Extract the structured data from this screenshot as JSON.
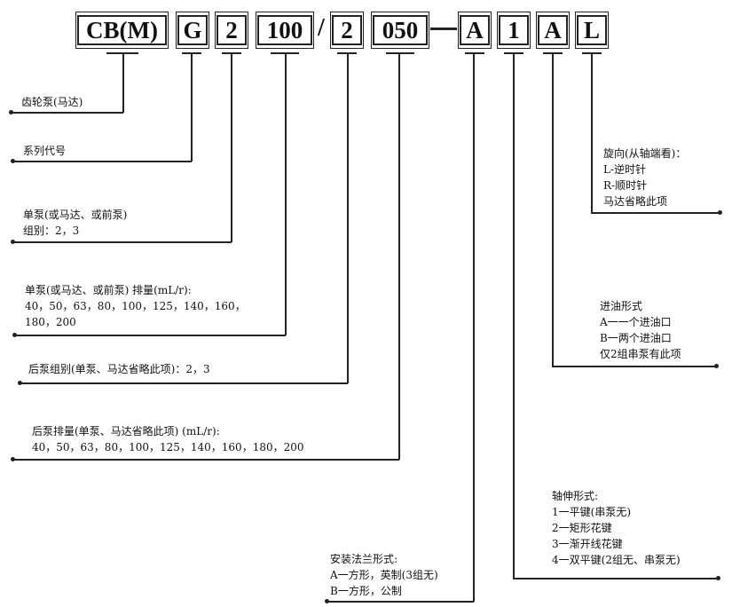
{
  "code": {
    "cbm": "CB(M)",
    "g": "G",
    "front_group": "2",
    "front_disp": "100",
    "slash": "/",
    "rear_group": "2",
    "rear_disp": "050",
    "flange": "A",
    "shaft": "1",
    "inlet": "A",
    "rotation": "L"
  },
  "labels": {
    "gear_pump": "齿轮泵(马达)",
    "series": "系列代号",
    "single_pump_title": "单泵(或马达、或前泵)",
    "single_pump_group": "组别：2，3",
    "single_disp_title": "单泵(或马达、或前泵) 排量(mL/r):",
    "single_disp_line1": "40，50，63，80，100，125，140，160，",
    "single_disp_line2": "180，200",
    "rear_group": "后泵组别(单泵、马达省略此项)：2，3",
    "rear_disp_title": "后泵排量(单泵、马达省略此项) (mL/r):",
    "rear_disp_values": "40，50，63，80，100，125，140，160，180，200",
    "flange_title": "安装法兰形式:",
    "flange_a": "A一方形，英制(3组无)",
    "flange_b": "B一方形，公制",
    "shaft_title": "轴伸形式:",
    "shaft_1": "1一平键(串泵无)",
    "shaft_2": "2一矩形花键",
    "shaft_3": "3一渐开线花键",
    "shaft_4": "4一双平键(2组无、串泵无)",
    "inlet_title": "进油形式",
    "inlet_a": "A一一个进油口",
    "inlet_b": "B一两个进油口",
    "inlet_note": "仅2组串泵有此项",
    "rot_title": "旋向(从轴端看)：",
    "rot_l": "L-逆时针",
    "rot_r": "R-顺时针",
    "rot_note": "马达省略此项"
  }
}
